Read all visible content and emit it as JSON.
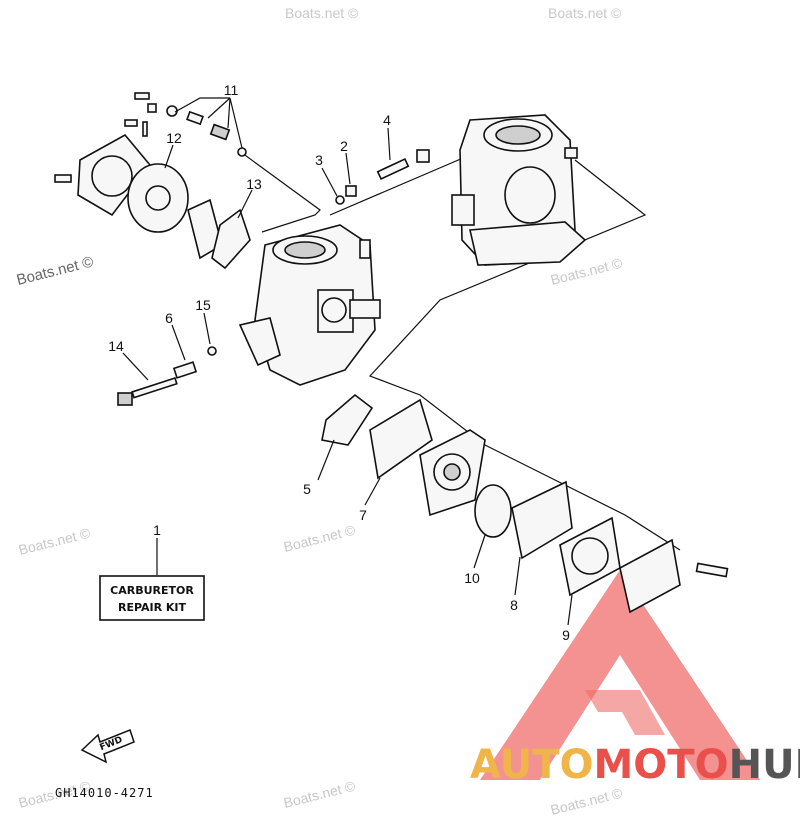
{
  "watermark": "Boats.net ©",
  "callouts": [
    "1",
    "2",
    "3",
    "4",
    "5",
    "6",
    "7",
    "8",
    "9",
    "10",
    "11",
    "12",
    "13",
    "14",
    "15"
  ],
  "kit_label": {
    "line1": "CARBURETOR",
    "line2": "REPAIR KIT"
  },
  "fwd_label": "FWD",
  "diagram_code": "GH14010-4271",
  "logo": {
    "part1": "AUTO",
    "part2": "MOTO",
    "part3": "HUB",
    "colors": {
      "auto": "#f0b54a",
      "moto": "#e9504c",
      "hub": "#555555",
      "triangle": "#ef6d6b"
    }
  }
}
